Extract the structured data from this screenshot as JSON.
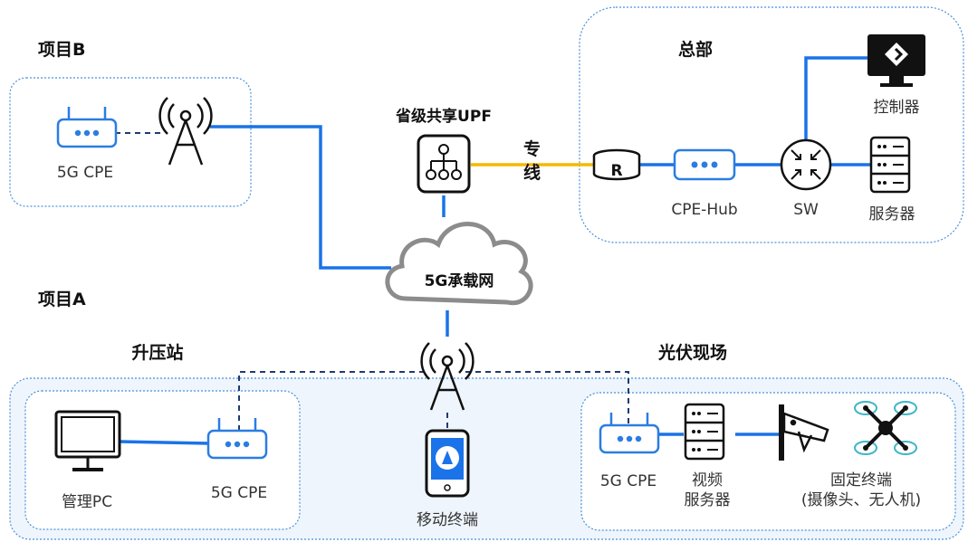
{
  "labels": {
    "project_b": "项目B",
    "project_a": "项目A",
    "hq": "总部",
    "upf": "省级共享UPF",
    "dedicated_line": "专\n线",
    "bearer_network": "5G承载网",
    "booster_station": "升压站",
    "pv_site": "光伏现场",
    "cpe_b": "5G CPE",
    "controller": "控制器",
    "cpe_hub": "CPE-Hub",
    "sw": "SW",
    "server_hq": "服务器",
    "mgmt_pc": "管理PC",
    "cpe_booster": "5G CPE",
    "mobile_terminal": "移动终端",
    "cpe_pv": "5G CPE",
    "video_server": "视频\n服务器",
    "fixed_terminal": "固定终端\n(摄像头、无人机)",
    "router_letter": "R"
  },
  "colors": {
    "link_blue": "#1a73e8",
    "dedicated_yellow": "#f5b800",
    "device_blue": "#2a7de1",
    "dash": "#1f3b73",
    "box_border": "#4a90d9",
    "project_a_fill": "#eef5fc"
  },
  "icons": [
    "cpe-router-icon",
    "antenna-tower-icon",
    "upf-icon",
    "cloud-icon",
    "router-icon",
    "switch-icon",
    "server-icon",
    "monitor-icon",
    "phone-icon",
    "camera-icon",
    "drone-icon"
  ]
}
